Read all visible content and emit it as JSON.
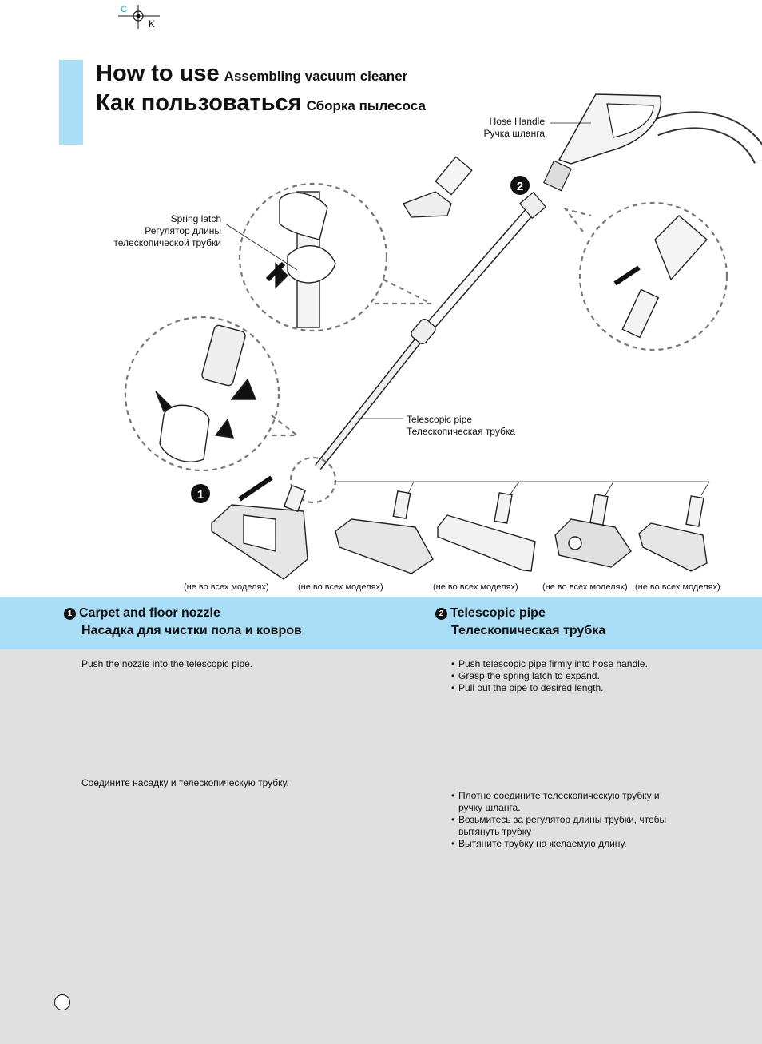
{
  "registration": {
    "c": "C",
    "k": "K"
  },
  "title": {
    "en_main": "How to use",
    "en_sub": "Assembling vacuum cleaner",
    "ru_main": "Как пользоваться",
    "ru_sub": "Сборка пылесоса"
  },
  "labels": {
    "hose_handle": [
      "Hose Handle",
      "Ручка шланга"
    ],
    "spring_latch": [
      "Spring latch",
      "Регулятор длины",
      "телескопической трубки"
    ],
    "telescopic_pipe": [
      "Telescopic pipe",
      "Телескопическая трубка"
    ],
    "step1": "1",
    "step2": "2"
  },
  "model_notes": [
    "(не во всех моделях)",
    "(не во всех моделях)",
    "(не во всех моделях)",
    "(не во всех моделях)",
    "(не во всех моделях)"
  ],
  "sections": {
    "left": {
      "num": "1",
      "title_en": "Carpet and floor nozzle",
      "title_ru": "Насадка для чистки пола и ковров",
      "text_en": "Push the nozzle into the telescopic pipe.",
      "text_ru": "Соедините насадку и телескопическую трубку."
    },
    "right": {
      "num": "2",
      "title_en": "Telescopic pipe",
      "title_ru": "Телескопическая трубка",
      "bullets_en": [
        "Push telescopic pipe firmly into hose handle.",
        "Grasp the spring latch to expand.",
        "Pull out the pipe to desired length."
      ],
      "bullets_ru": [
        "Плотно соедините телескопическую трубку и ручку шланга.",
        "Возьмитесь за регулятор длины трубки, чтобы вытянуть трубку",
        "Вытяните трубку на желаемую длину."
      ]
    }
  },
  "colors": {
    "accent": "#a9dcf5",
    "gray_panel": "#e0e0e0",
    "reg_cyan": "#29a9e0"
  }
}
